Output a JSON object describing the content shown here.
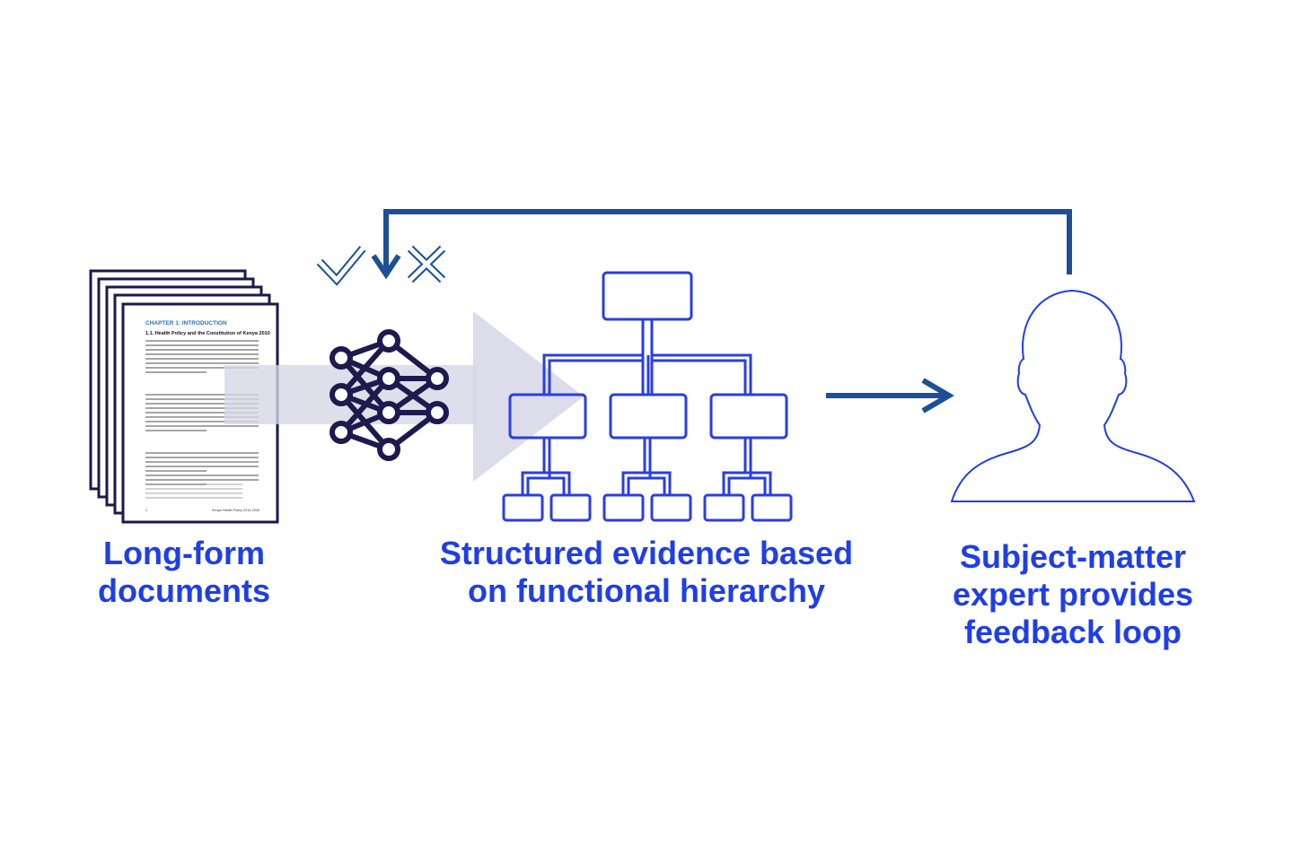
{
  "captions": {
    "documents": [
      "Long-form",
      "documents"
    ],
    "structured": [
      "Structured evidence based",
      "on functional hierarchy"
    ],
    "expert": [
      "Subject-matter",
      "expert provides",
      "feedback loop"
    ]
  },
  "document": {
    "heading": "CHAPTER 1: INTRODUCTION",
    "subheading": "1.1. Health Policy and the Constitution of Kenya 2010",
    "footer": "Kenya Health Policy 2014-2030",
    "page_number": "1"
  },
  "icons": {
    "check": "check-icon",
    "cross": "cross-icon",
    "network": "neural-network-icon",
    "hierarchy": "hierarchy-tree-icon",
    "person": "person-icon"
  },
  "colors": {
    "caption": "#1f3ee6",
    "hierarchy_stroke": "#2b3ee0",
    "feedback_arrow": "#1c4f96",
    "network": "#1e1a4d",
    "flow_band": "#d6d6e6",
    "document_border": "#1a1a4a"
  }
}
